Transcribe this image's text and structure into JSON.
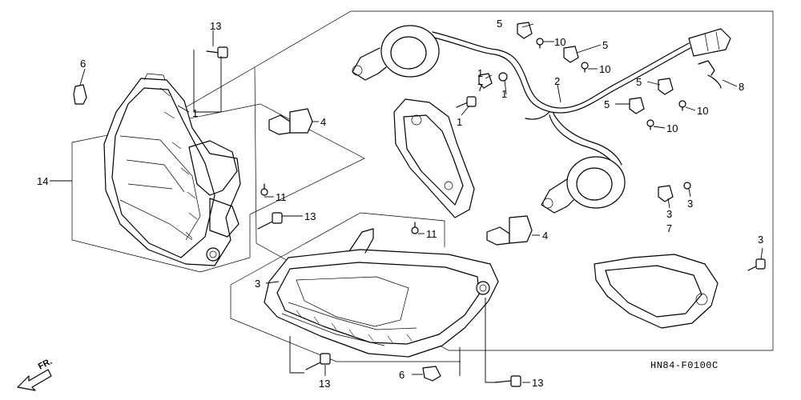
{
  "diagram_code": "HN84-F0100C",
  "direction_label": "FR.",
  "callouts": {
    "c1a": "1",
    "c1b": "1",
    "c1c": "1",
    "c1d": "1",
    "c2": "2",
    "c3a": "3",
    "c3b": "3",
    "c3c": "3",
    "c3d": "3",
    "c4a": "4",
    "c4b": "4",
    "c5a": "5",
    "c5b": "5",
    "c5c": "5",
    "c5d": "5",
    "c6a": "6",
    "c6b": "6",
    "c7a": "7",
    "c7b": "7",
    "c8": "8",
    "c10a": "10",
    "c10b": "10",
    "c10c": "10",
    "c10d": "10",
    "c11a": "11",
    "c11b": "11",
    "c13a": "13",
    "c13b": "13",
    "c13c": "13",
    "c13d": "13",
    "c14": "14"
  }
}
